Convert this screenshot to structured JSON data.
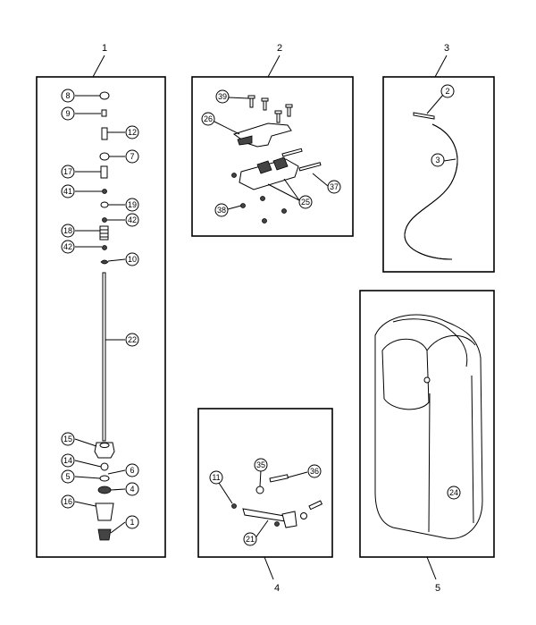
{
  "panels": [
    {
      "label": "1"
    },
    {
      "label": "2"
    },
    {
      "label": "3"
    },
    {
      "label": "4"
    },
    {
      "label": "5"
    }
  ],
  "callouts": {
    "p1": [
      "8",
      "9",
      "12",
      "7",
      "17",
      "41",
      "19",
      "42",
      "18",
      "42",
      "10",
      "22",
      "15",
      "14",
      "6",
      "5",
      "4",
      "16",
      "1"
    ],
    "p2": [
      "39",
      "26",
      "37",
      "38",
      "25"
    ],
    "p3": [
      "2",
      "3"
    ],
    "p4": [
      "11",
      "35",
      "36",
      "21"
    ],
    "p5": [
      "24"
    ]
  }
}
